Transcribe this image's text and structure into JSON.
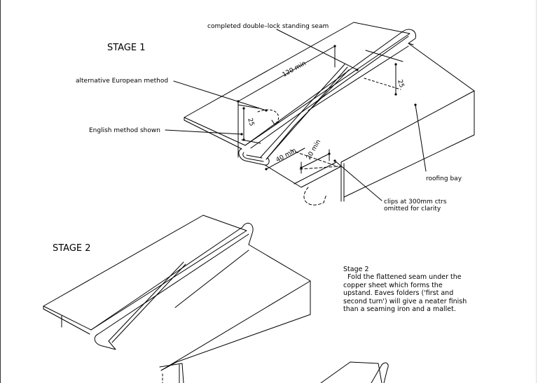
{
  "stage1": {
    "title": "STAGE  1",
    "labels": {
      "completed_seam": "completed double–lock standing seam",
      "alt_european": "alternative European method",
      "english_method": "English method shown",
      "roofing_bay": "roofing bay",
      "clips_line1": "clips at 300mm ctrs",
      "clips_line2": "omitted for clarity"
    },
    "dimensions": {
      "length_min": "120 min",
      "upstand_a": "25",
      "upstand_b": "25",
      "width_40": "40 min",
      "width_20": "20 min"
    }
  },
  "stage2": {
    "title": "STAGE  2",
    "note": {
      "heading": "Stage 2",
      "lines": [
        "  Fold the flattened seam under the",
        "copper sheet which forms the",
        "upstand. Eaves folders ('first and",
        "second turn') will give a neater finish",
        "than a seaming iron and a mallet."
      ]
    }
  },
  "colors": {
    "ink": "#000000",
    "paper": "#ffffff"
  }
}
